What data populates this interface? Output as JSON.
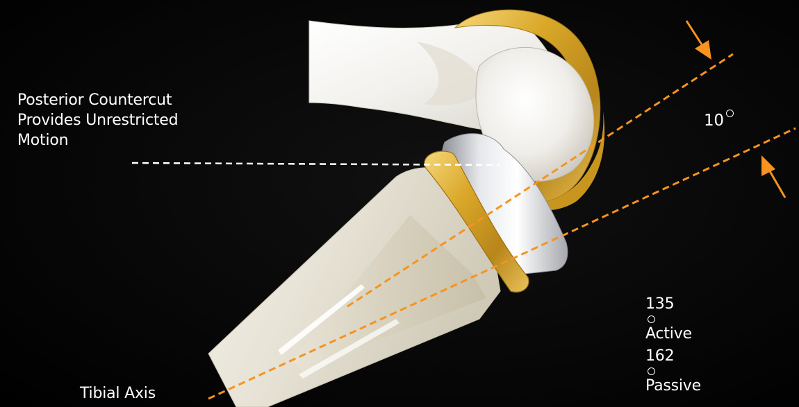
{
  "labels": {
    "posterior_line1": "Posterior Countercut",
    "posterior_line2": "Provides Unrestricted",
    "posterior_line3": "Motion",
    "tibial_axis": "Tibial Axis",
    "angle_value": "10",
    "active_value": "135",
    "active_label": "Active",
    "passive_value": "162",
    "passive_label": "Passive"
  },
  "colors": {
    "background": "#000000",
    "axis_line": "#f7931e",
    "arrow": "#f7931e",
    "dashed_reference": "#ffffff",
    "implant_gold": "#d4a52a",
    "implant_silver": "#c9ccd1",
    "bone": "#efeee9"
  },
  "icons": {
    "top_arrow": "arrow-down-right-icon",
    "bottom_arrow": "arrow-up-left-icon",
    "degree": "degree-circle-icon"
  }
}
